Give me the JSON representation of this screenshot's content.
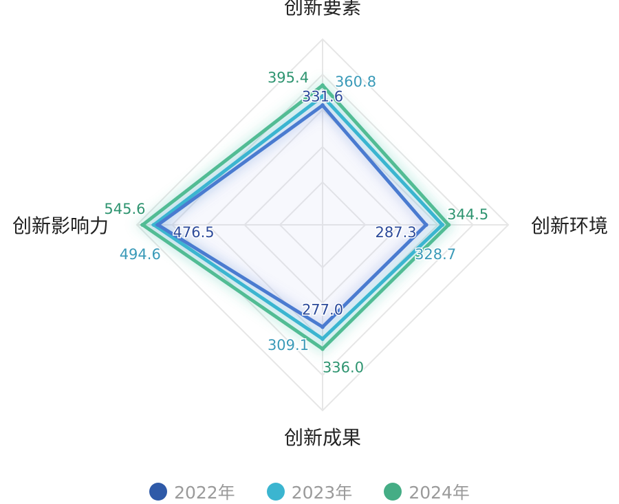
{
  "chart_data": {
    "type": "radar",
    "indicators": [
      {
        "name": "创新要素",
        "min": -50,
        "max": 543
      },
      {
        "name": "创新环境",
        "min": 23,
        "max": 497
      },
      {
        "name": "创新成果",
        "min": 2,
        "max": 502
      },
      {
        "name": "创新影响力",
        "min": -272,
        "max": 572
      }
    ],
    "series": [
      {
        "name": "2022年",
        "values": [
          331.6,
          287.3,
          277.0,
          476.5
        ],
        "labels": [
          "331.6",
          "287.3",
          "277.0",
          "476.5"
        ],
        "color": "#2f5aa8",
        "line_color": "#4a7bd0",
        "label_color": "#2c4a9a"
      },
      {
        "name": "2023年",
        "values": [
          360.8,
          328.7,
          309.1,
          494.6
        ],
        "labels": [
          "360.8",
          "328.7",
          "309.1",
          "494.6"
        ],
        "color": "#3bb5d0",
        "line_color": "#3bb5d0",
        "label_color": "#3a9ab8"
      },
      {
        "name": "2024年",
        "values": [
          395.4,
          344.5,
          336.0,
          545.6
        ],
        "labels": [
          "395.4",
          "344.5",
          "336.0",
          "545.6"
        ],
        "color": "#45ad85",
        "line_color": "#52bc94",
        "label_color": "#2e9470"
      }
    ],
    "legend_position": "bottom"
  }
}
